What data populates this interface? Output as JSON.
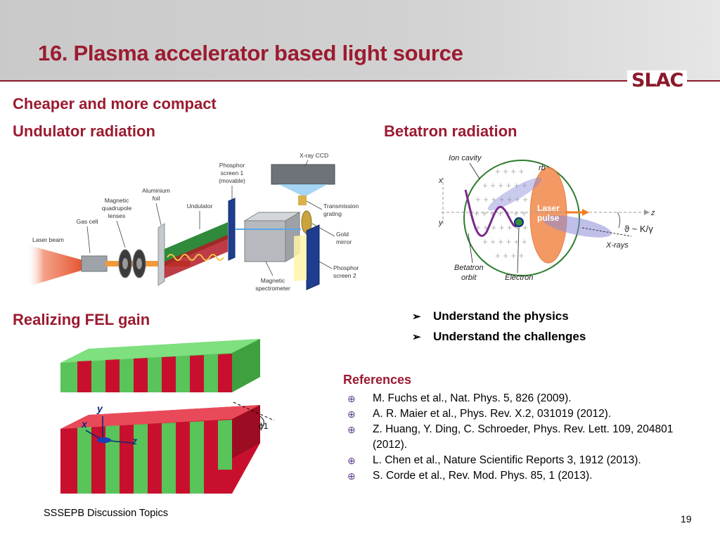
{
  "slide": {
    "title": "16. Plasma accelerator based light source",
    "logo": "SLAC",
    "subtitle": "Cheaper and more compact",
    "footer": "SSSEPB Discussion Topics",
    "page_number": "19"
  },
  "sections": {
    "undulator": "Undulator radiation",
    "betatron": "Betatron radiation",
    "fel": "Realizing FEL gain"
  },
  "undulator_figure": {
    "labels": {
      "laser_beam": "Laser beam",
      "gas_cell": "Gas cell",
      "quad_line1": "Magnetic",
      "quad_line2": "quadrupole",
      "quad_line3": "lenses",
      "foil_line1": "Aluminium",
      "foil_line2": "foil",
      "undulator": "Undulator",
      "phosphor1_line1": "Phosphor",
      "phosphor1_line2": "screen 1",
      "phosphor1_line3": "(movable)",
      "ccd": "X-ray CCD",
      "grating_line1": "Transmission",
      "grating_line2": "grating",
      "mirror_line1": "Gold",
      "mirror_line2": "mirror",
      "phosphor2_line1": "Phosphor",
      "phosphor2_line2": "screen 2",
      "spectro_line1": "Magnetic",
      "spectro_line2": "spectrometer"
    }
  },
  "betatron_figure": {
    "labels": {
      "ion_cavity": "Ion cavity",
      "rb": "rb",
      "x_axis": "x",
      "y_axis": "y",
      "z_axis": "z",
      "laser_line1": "Laser",
      "laser_line2": "pulse",
      "angle": "ϑ ~ K/γ",
      "xrays": "X-rays",
      "orbit_line1": "Betatron",
      "orbit_line2": "orbit",
      "electron": "Electron"
    }
  },
  "fel_figure": {
    "labels": {
      "y": "y",
      "x": "x",
      "z": "z",
      "phi": "ϕ1"
    }
  },
  "bullets": [
    "Understand the physics",
    "Understand the challenges"
  ],
  "references": {
    "title": "References",
    "items": [
      "M. Fuchs et al., Nat. Phys. 5, 826 (2009).",
      "A. R. Maier et al., Phys. Rev. X.2, 031019 (2012).",
      "Z. Huang, Y. Ding, C. Schroeder, Phys. Rev. Lett. 109, 204801 (2012).",
      "L. Chen et al., Nature Scientific Reports 3, 1912 (2013).",
      "S. Corde et al., Rev. Mod. Phys. 85, 1 (2013)."
    ]
  },
  "icons": {
    "bullet": "arrow-bullet-icon",
    "reference_bullet": "circle-cross-bullet-icon"
  },
  "colors": {
    "accent": "#9b1b30",
    "header_band": "#d0d0d0",
    "magnet_red": "#c8102e",
    "magnet_green": "#66d96a"
  }
}
